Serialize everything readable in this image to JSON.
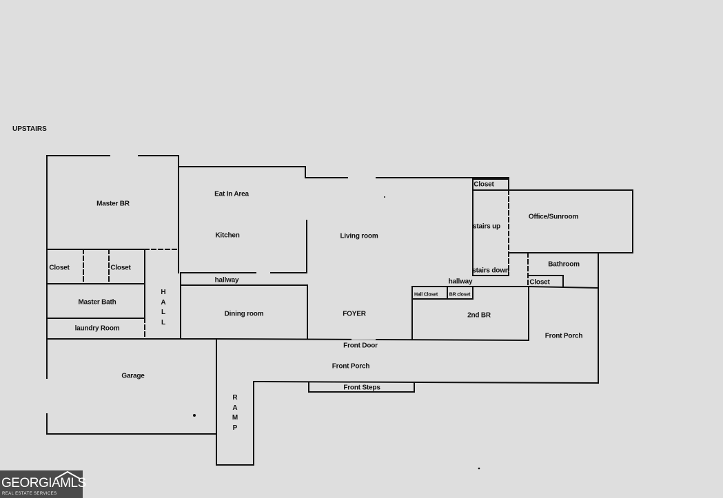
{
  "heading": "UPSTAIRS",
  "rooms": {
    "master_br": "Master BR",
    "closet_left": "Closet",
    "closet_mid": "Closet",
    "master_bath": "Master Bath",
    "laundry": "laundry Room",
    "garage": "Garage",
    "hall_vertical": "HALL",
    "eat_in": "Eat In Area",
    "kitchen": "Kitchen",
    "hallway_left": "hallway",
    "dining": "Dining room",
    "living": "Living room",
    "foyer": "FOYER",
    "front_door": "Front Door",
    "front_porch_main": "Front Porch",
    "front_steps": "Front Steps",
    "ramp_vertical": "RAMP",
    "closet_top": "Closet",
    "stairs_up": "stairs up",
    "stairs_down": "stairs down",
    "office": "Office/Sunroom",
    "bathroom": "Bathroom",
    "closet_right": "Closet",
    "hallway_right": "hallway",
    "hall_closet": "Hall Closet",
    "br_closet": "BR closet",
    "second_br": "2nd BR",
    "front_porch_right": "Front Porch"
  },
  "logo": {
    "word": "GEORGIAMLS",
    "tagline": "REAL ESTATE SERVICES"
  }
}
